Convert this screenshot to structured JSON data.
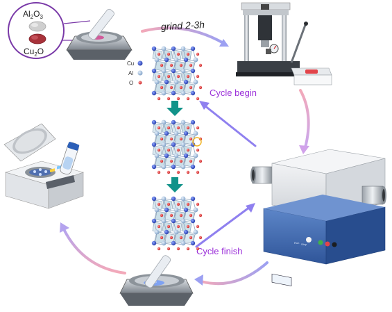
{
  "reagents": {
    "item1_base": "Al",
    "item1_sub1": "2",
    "item1_mid": "O",
    "item1_sub2": "3",
    "item2_base": "Cu",
    "item2_sub": "2",
    "item2_mid": "O"
  },
  "steps": {
    "grind": "grind 2-3h",
    "cycle_begin": "Cycle begin",
    "cycle_finish": "Cycle finish"
  },
  "legend": {
    "cu": "Cu",
    "al": "Al",
    "o": "O"
  },
  "furnace_panel": {
    "btn1": "Run",
    "btn2": "Stop"
  },
  "colors": {
    "cycle_text": "#9b30d9",
    "arrow_blue": "#7b7cf0",
    "arrow_pink": "#f0a8b8",
    "teal_arrow": "#12938a",
    "cu_atom": "#2f49c9",
    "al_atom": "#9fb8d6",
    "o_atom": "#e23a3a",
    "reagent_circle": "#7a3aa8",
    "al2o3_color": "#cfcfcf",
    "cu2o_color": "#a8323a"
  }
}
